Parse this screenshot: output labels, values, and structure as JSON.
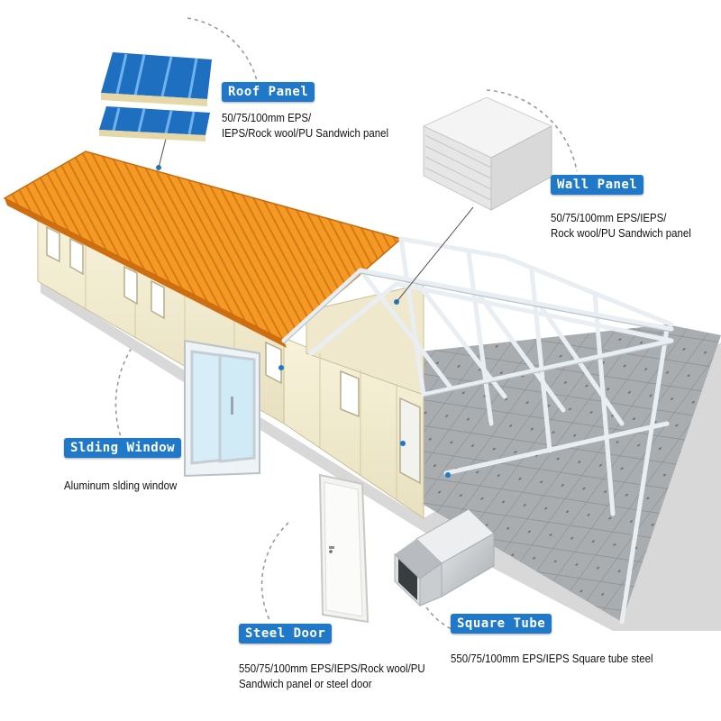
{
  "accent_color": "#1f78c8",
  "roof_color": "#f08a1c",
  "callouts": {
    "roof_panel": {
      "title": "Roof Panel",
      "lines": [
        "50/75/100mm EPS/",
        "IEPS/Rock wool/PU Sandwich panel"
      ],
      "icon": "roof-panel-sample-icon"
    },
    "wall_panel": {
      "title": "Wall Panel",
      "lines": [
        "50/75/100mm EPS/IEPS/",
        "Rock wool/PU Sandwich panel"
      ],
      "icon": "wall-panel-sample-icon"
    },
    "sliding_window": {
      "title": "Slding Window",
      "lines": [
        "Aluminum slding window"
      ],
      "icon": "sliding-window-icon"
    },
    "steel_door": {
      "title": "Steel Door",
      "lines": [
        "550/75/100mm EPS/IEPS/Rock wool/PU",
        "Sandwich panel or steel door"
      ],
      "icon": "steel-door-icon"
    },
    "square_tube": {
      "title": "Square Tube",
      "lines": [
        "550/75/100mm EPS/IEPS Square tube steel"
      ],
      "icon": "square-tube-icon"
    }
  }
}
